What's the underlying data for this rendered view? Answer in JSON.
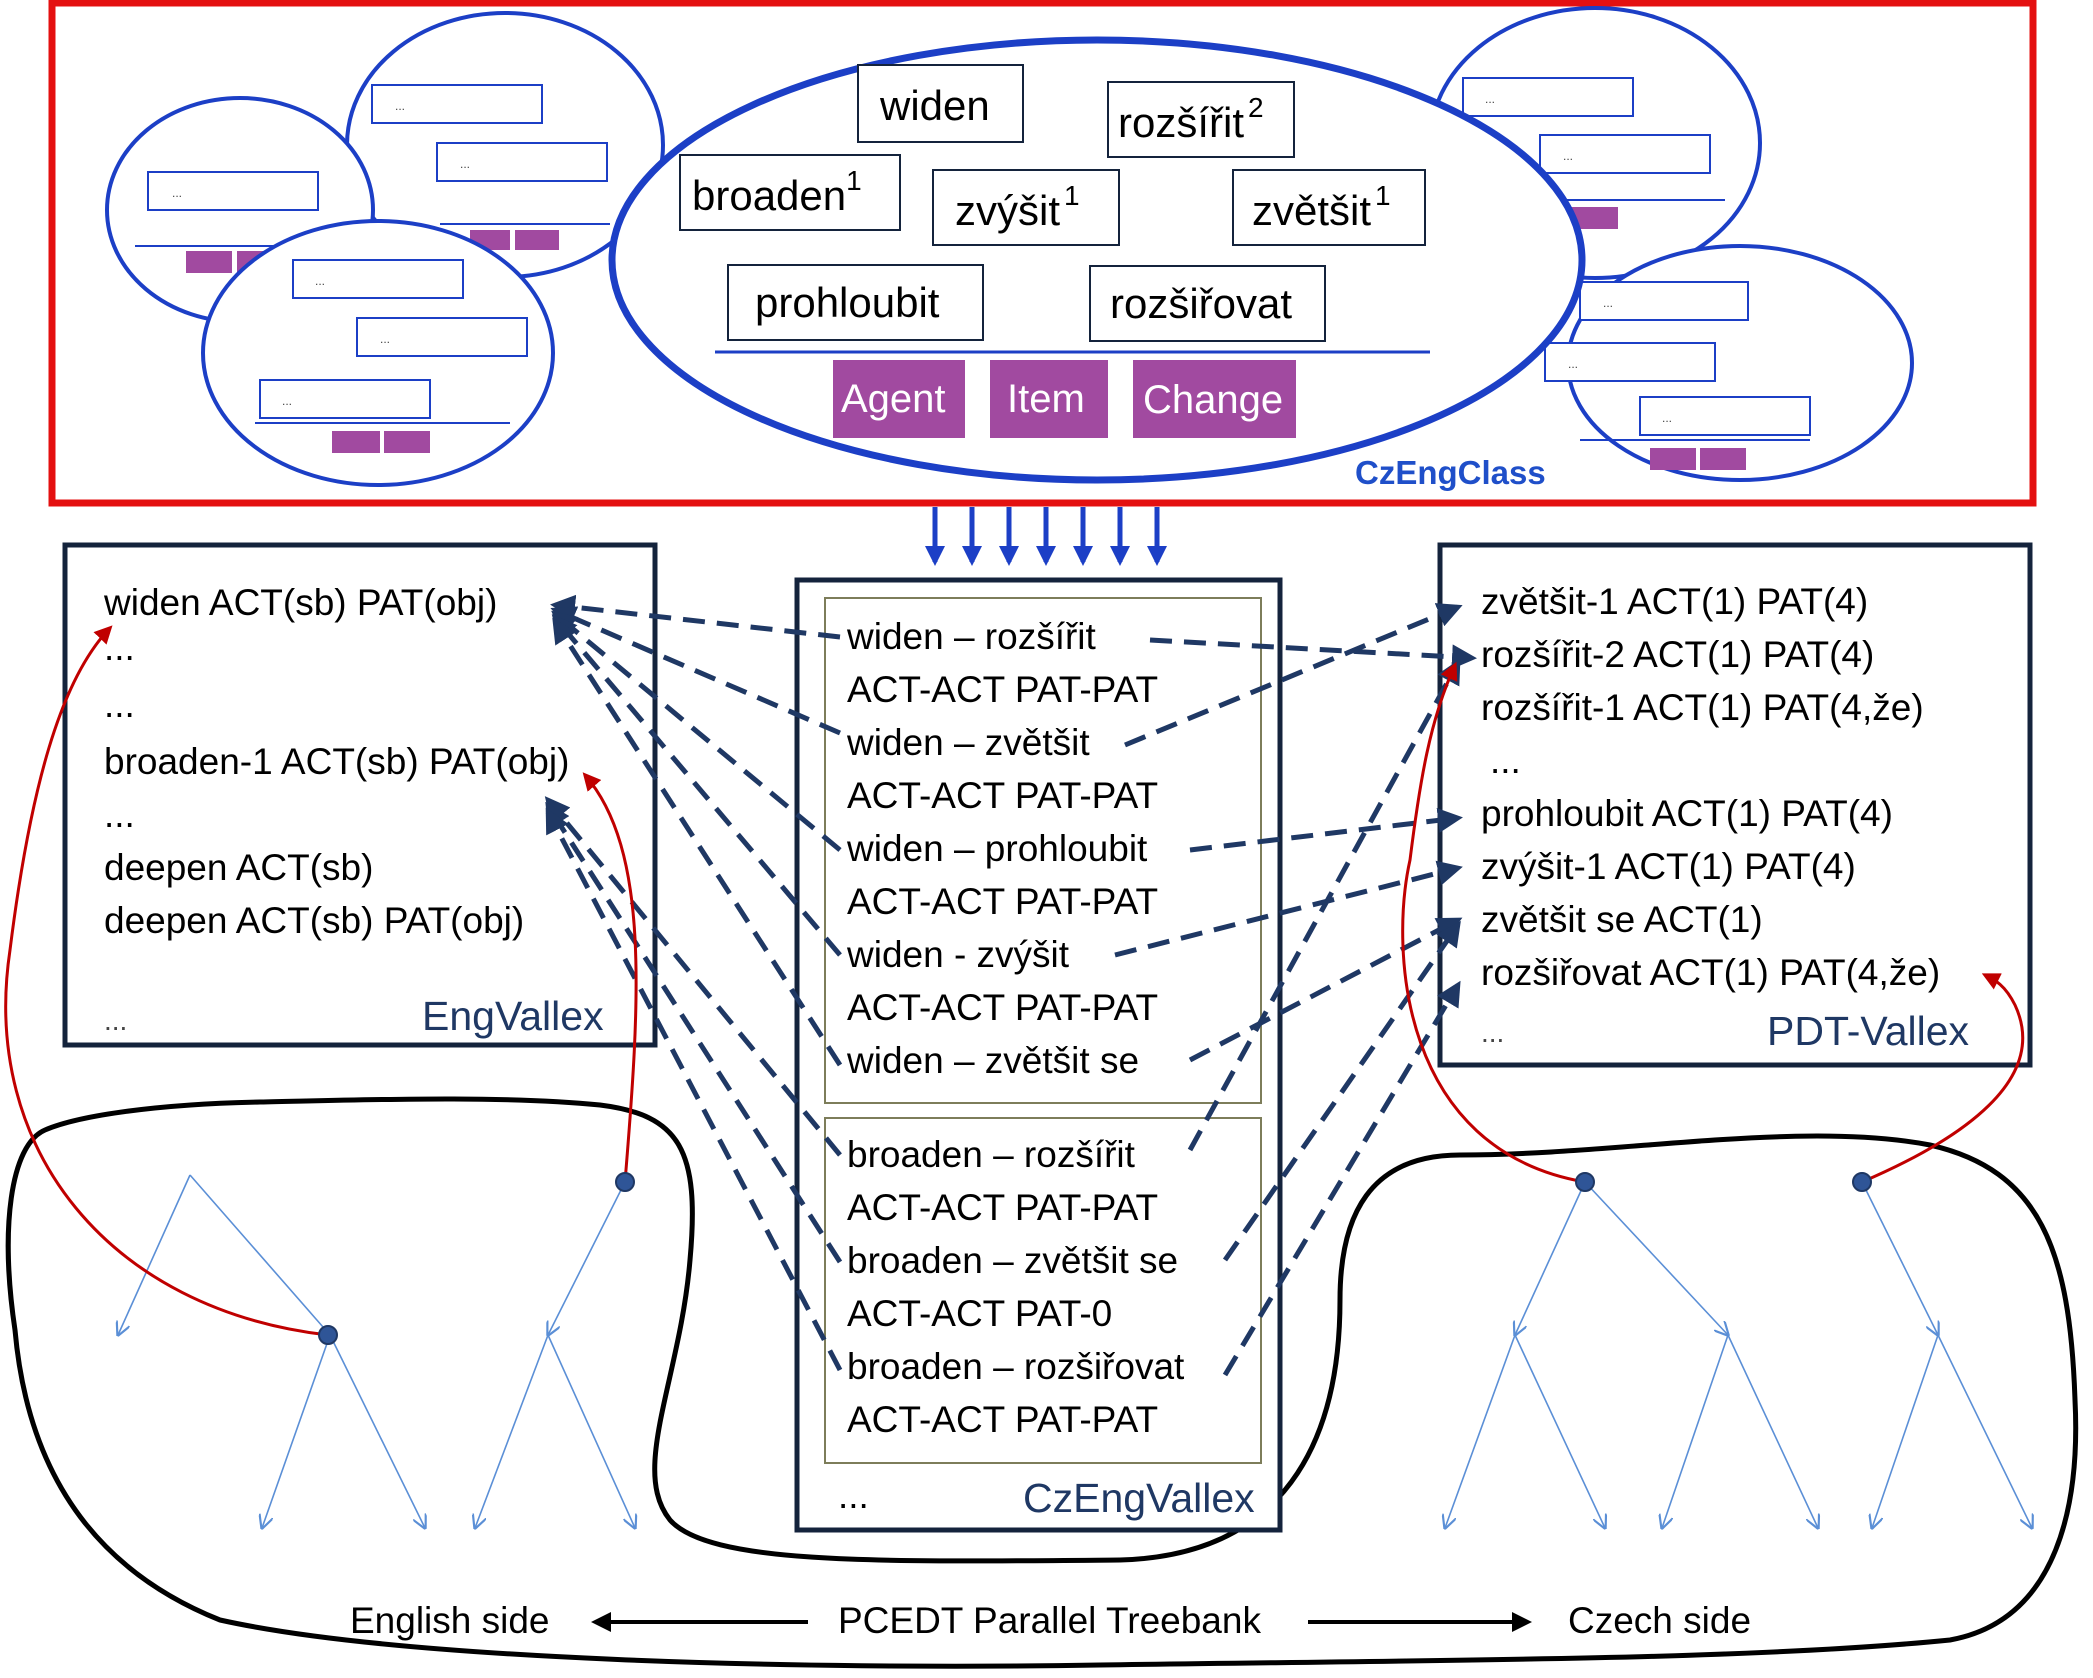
{
  "czengclass": {
    "label": "CzEngClass",
    "verbs": [
      {
        "text": "widen",
        "sup": ""
      },
      {
        "text": "rozšířit",
        "sup": "2"
      },
      {
        "text": "broaden",
        "sup": "1"
      },
      {
        "text": "zvýšit",
        "sup": "1"
      },
      {
        "text": "zvětšit",
        "sup": "1"
      },
      {
        "text": "prohloubit",
        "sup": ""
      },
      {
        "text": "rozšiřovat",
        "sup": ""
      }
    ],
    "roles": [
      "Agent",
      "Item",
      "Change"
    ],
    "mini_placeholder": "..."
  },
  "engvallex": {
    "label": "EngVallex",
    "lines": [
      "widen ACT(sb) PAT(obj)",
      "...",
      "...",
      "broaden-1 ACT(sb) PAT(obj)",
      "...",
      "deepen ACT(sb)",
      "deepen ACT(sb) PAT(obj)",
      "..."
    ]
  },
  "czengvallex": {
    "label": "CzEngVallex",
    "widen_group": [
      "widen – rozšířit",
      "ACT-ACT PAT-PAT",
      "widen – zvětšit",
      "ACT-ACT PAT-PAT",
      "widen – prohloubit",
      "ACT-ACT PAT-PAT",
      "widen - zvýšit",
      "ACT-ACT PAT-PAT",
      "widen – zvětšit se"
    ],
    "broaden_group": [
      "broaden – rozšířit",
      "ACT-ACT PAT-PAT",
      "broaden – zvětšit se",
      "ACT-ACT PAT-0",
      "broaden – rozšiřovat",
      "ACT-ACT PAT-PAT"
    ],
    "ellipsis": "..."
  },
  "pdtvallex": {
    "label": "PDT-Vallex",
    "lines": [
      "zvětšit-1 ACT(1) PAT(4)",
      "rozšířit-2 ACT(1) PAT(4)",
      "rozšířit-1 ACT(1) PAT(4,že)",
      "...",
      "prohloubit ACT(1) PAT(4)",
      "zvýšit-1 ACT(1) PAT(4)",
      "zvětšit se ACT(1)",
      "rozšiřovat ACT(1) PAT(4,že)",
      "..."
    ]
  },
  "bottom": {
    "english_side": "English side",
    "treebank": "PCEDT Parallel Treebank",
    "czech_side": "Czech side"
  },
  "colors": {
    "class_frame": "#e41010",
    "ellipse_blue": "#1c3fc6",
    "role_purple": "#a14aa0",
    "box_navy": "#14233c",
    "arrow_navy": "#1f3864",
    "link_red": "#c00000",
    "tree_blue": "#5b8fd6",
    "node_fill": "#2f5597"
  }
}
